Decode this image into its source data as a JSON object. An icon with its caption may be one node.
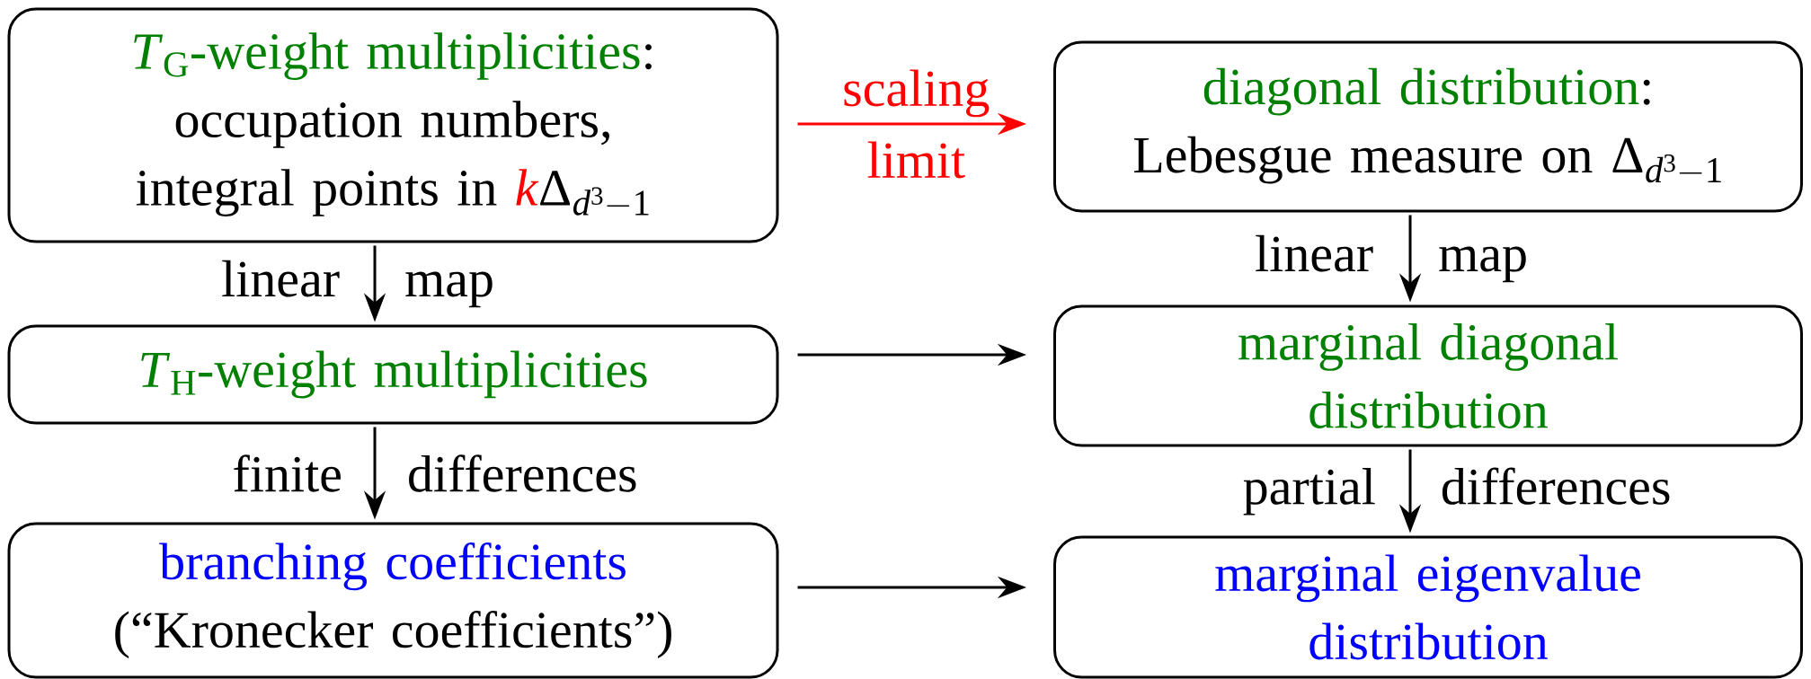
{
  "diagram": {
    "nodes": [
      {
        "text": [
          "*T*$_{G}$-weight multiplicities",
          ":",
          "occupation numbers, integral points in",
          "k",
          "\\Delta_{d^3-1}"
        ]
      },
      {
        "text": [
          "diagonal distribution",
          ":",
          "Lebesgue measure on",
          "\\Delta_{d^3-1}"
        ]
      },
      {
        "text": [
          "*T*$_{H}$-weight multiplicities"
        ]
      },
      {
        "text": [
          "marginal diagonal distribution"
        ]
      },
      {
        "text": [
          "branching coefficients",
          "(“Kronecker coefficients”)"
        ]
      },
      {
        "text": [
          "marginal eigenvalue distribution"
        ]
      }
    ],
    "edges": [
      {
        "from": 0,
        "to": 1,
        "arrow": "to",
        "label": "scaling limit",
        "color": "#ff0000"
      },
      {
        "from": 0,
        "to": 2,
        "arrow": "to",
        "label": "linear map"
      },
      {
        "from": 1,
        "to": 3,
        "arrow": "to",
        "label": "linear map"
      },
      {
        "from": 2,
        "to": 3,
        "arrow": "to"
      },
      {
        "from": 2,
        "to": 4,
        "arrow": "to",
        "label": "finite differences"
      },
      {
        "from": 3,
        "to": 5,
        "arrow": "to",
        "label": "partial differences"
      },
      {
        "from": 4,
        "to": 5,
        "arrow": "to"
      }
    ]
  }
}
